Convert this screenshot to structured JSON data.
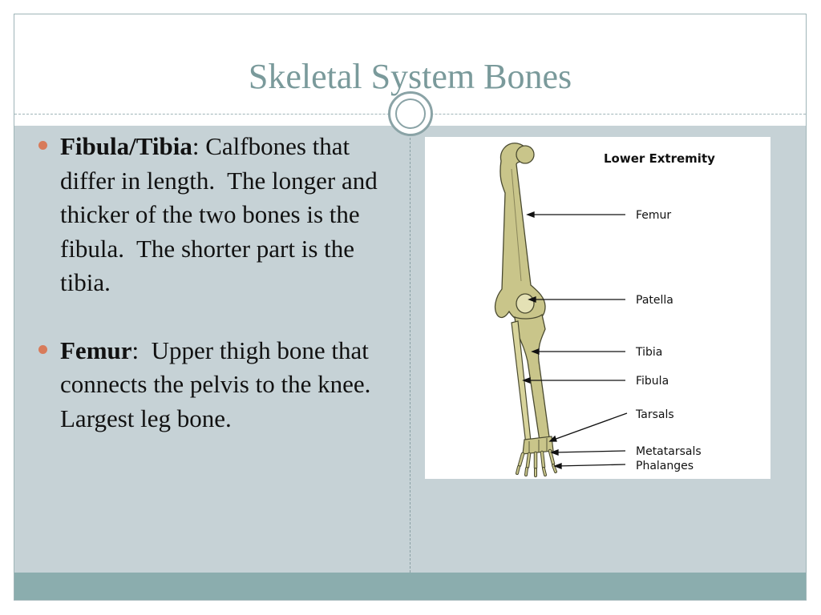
{
  "slide": {
    "title": "Skeletal System Bones"
  },
  "bullets": [
    {
      "term": "Fibula/Tibia",
      "separator": ":",
      "text": "Calfbones that differ in length.  The longer and thicker of the two bones is the fibula.  The shorter part is the tibia."
    },
    {
      "term": "Femur",
      "separator": ":",
      "text": "  Upper thigh bone that connects the pelvis to the knee.  Largest leg bone."
    }
  ],
  "diagram": {
    "heading": "Lower Extremity",
    "labels": {
      "femur": "Femur",
      "patella": "Patella",
      "tibia": "Tibia",
      "fibula": "Fibula",
      "tarsals": "Tarsals",
      "metatarsals": "Metatarsals",
      "phalanges": "Phalanges"
    }
  },
  "colors": {
    "title": "#7a9a9b",
    "content_background": "#c6d2d6",
    "footer": "#8badae",
    "bullet": "#d87b5a",
    "bone_fill": "#c9c58a"
  }
}
